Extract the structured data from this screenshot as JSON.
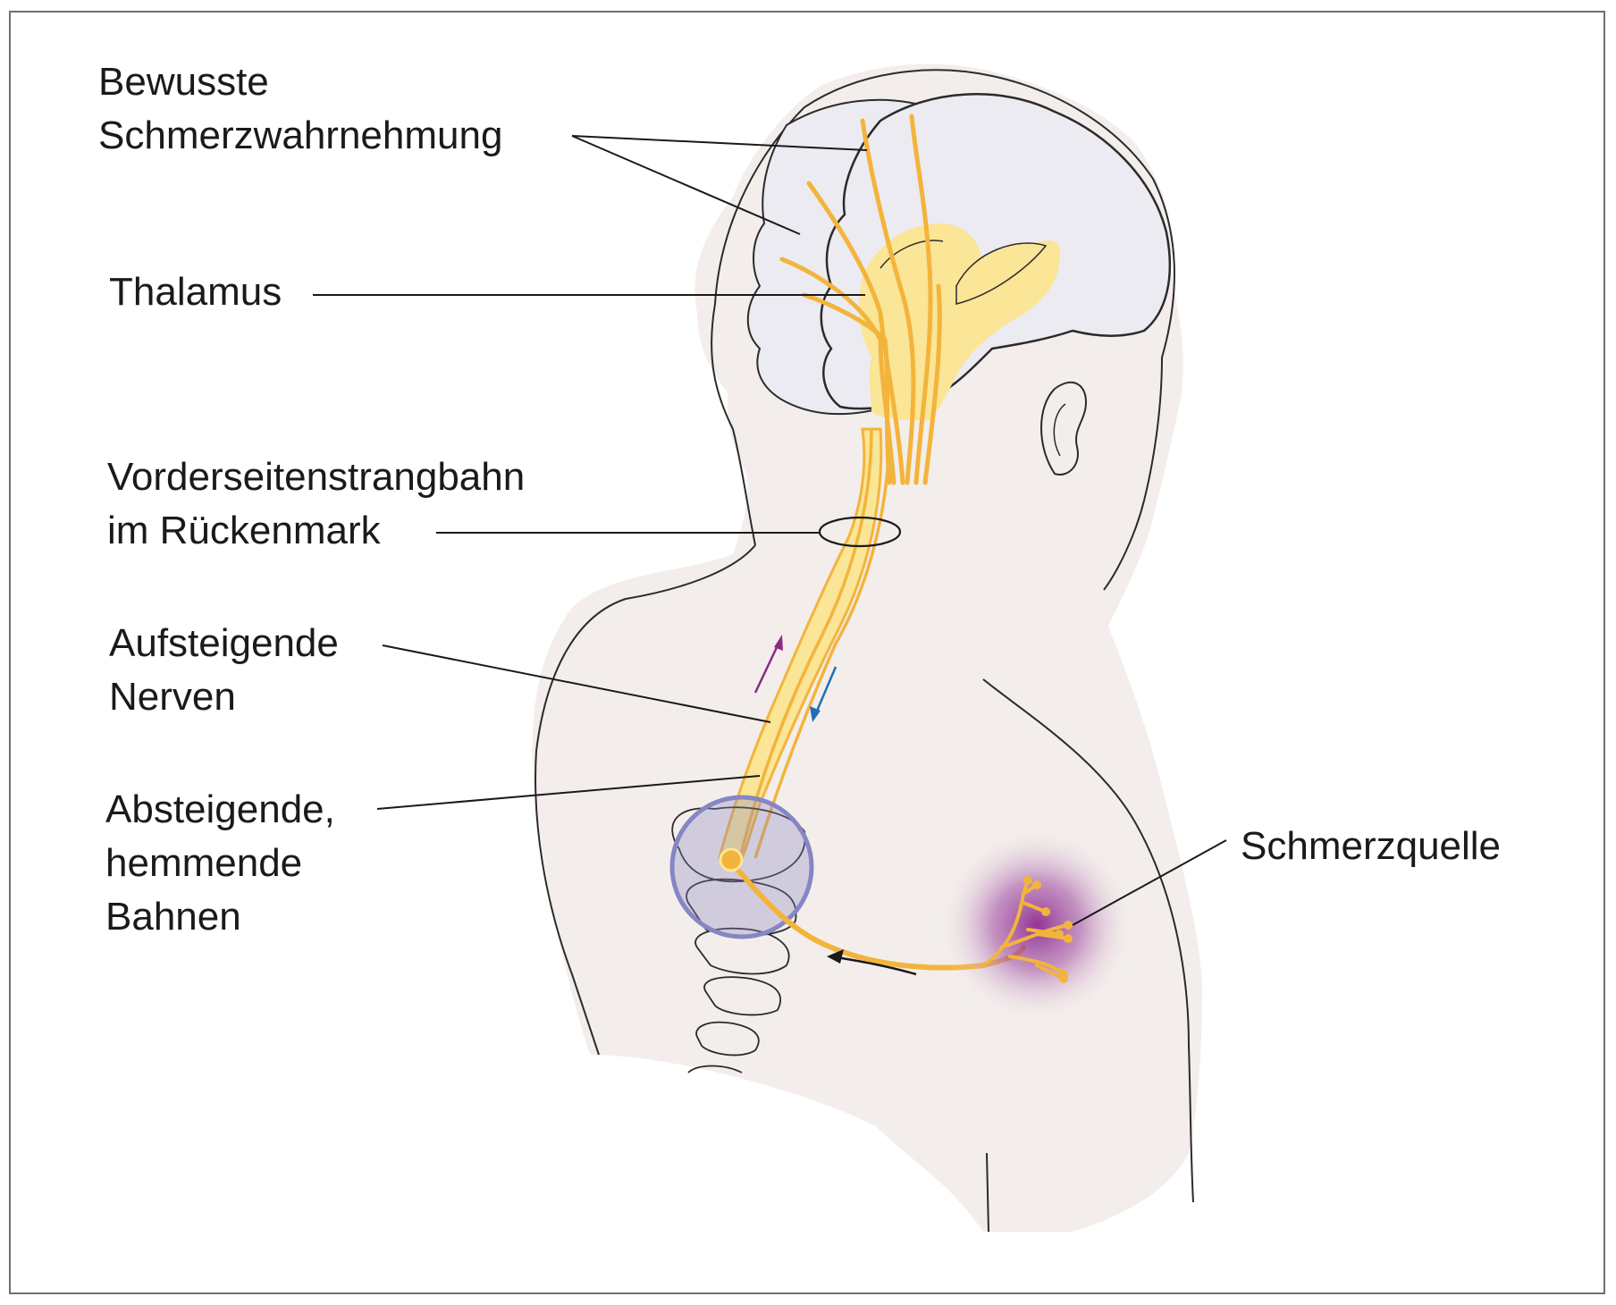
{
  "labels": {
    "conscious": [
      "Bewusste",
      "Schmerzwahrnehmung"
    ],
    "thalamus": [
      "Thalamus"
    ],
    "tract": [
      "Vorderseitenstrangbahn",
      "im Rückenmark"
    ],
    "ascending": [
      "Aufsteigende",
      "Nerven"
    ],
    "descending": [
      "Absteigende,",
      "hemmende",
      "Bahnen"
    ],
    "source": [
      "Schmerzquelle"
    ]
  },
  "colors": {
    "skin": "#f3eeeb",
    "outline": "#2b2b2b",
    "brain": "#ecebf2",
    "nerve": "#f3b43c",
    "thalamus": "#fbe596",
    "pain": "#8e2b8e",
    "vertebra_ring": "#8586c4",
    "arrow_up": "#8a2a86",
    "arrow_down": "#1f6fb5"
  }
}
